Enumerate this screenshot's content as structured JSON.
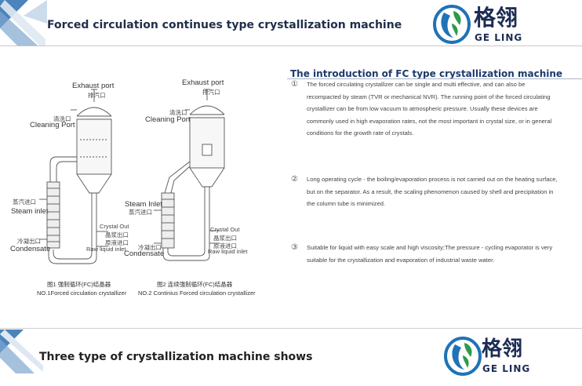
{
  "header": {
    "title": "Forced circulation continues type crystallization  machine"
  },
  "logo": {
    "cn": "格翎",
    "en": "GE LING"
  },
  "intro": {
    "title": "The introduction of FC type crystallization machine",
    "items": [
      {
        "num": "①",
        "text": "The forced circulating crystallizer can be single and multi effective, and can also be recompacted by steam (TVR or mechanical NVR). The running point of the forced circulating crystallizer can be from low vacuum to atmospheric pressure. Usually these devices are commonly used in high evaporation rates, not the most important in crystal size, or in general conditions for the growth rate of crystals."
      },
      {
        "num": "②",
        "text": "Long operating cycle - the boiling/evaporation process is not carried out on the heating surface, but on the separator. As a result, the scaling phenomenon caused by shell and precipitation in the column tube is minimized."
      },
      {
        "num": "③",
        "text": "Suitable for liquid with easy scale and high viscosity;The pressure - cycling evaporator is very suitable for the crystallization and evaporation of industrial waste water."
      }
    ]
  },
  "diagram1": {
    "exhaust_en": "Exhaust port",
    "exhaust_cn": "排汽口",
    "cleaning_cn": "清洗口",
    "cleaning_en": "Cleaning Port",
    "steam_cn": "蒸汽进口",
    "steam_en": "Steam inlet",
    "crystal_en": "Crystal Out",
    "crystal_cn": "晶浆出口",
    "raw_cn": "原液进口",
    "raw_en": "Raw liquid inlet",
    "cond_cn": "冷凝出口",
    "cond_en": "Condensate",
    "caption_cn": "图1 强制循环(FC)结晶器",
    "caption_en": "NO.1Forced circulation crystallizer"
  },
  "diagram2": {
    "exhaust_en": "Exhaust port",
    "exhaust_cn": "排汽口",
    "cleaning_cn": "清洗口",
    "cleaning_en": "Cleaning Port",
    "steam_en": "Steam Inlet",
    "steam_cn": "蒸汽进口",
    "crystal_en": "Crystal Out",
    "crystal_cn": "晶浆出口",
    "raw_cn": "原液进口",
    "raw_en": "Raw liquid inlet",
    "cond_cn": "冷凝出口",
    "cond_en": "Condensate",
    "caption_cn": "图2 连续强制循环(FC)结晶器",
    "caption_en": "NO.2 Continius Forced circulation crystallizer"
  },
  "footer": {
    "title": "Three type of crystallization machine shows"
  },
  "colors": {
    "navy": "#1c2c54",
    "logo_green": "#2e9a4a",
    "logo_blue": "#1f73b7",
    "corner_blue": "#2b6fb0"
  }
}
